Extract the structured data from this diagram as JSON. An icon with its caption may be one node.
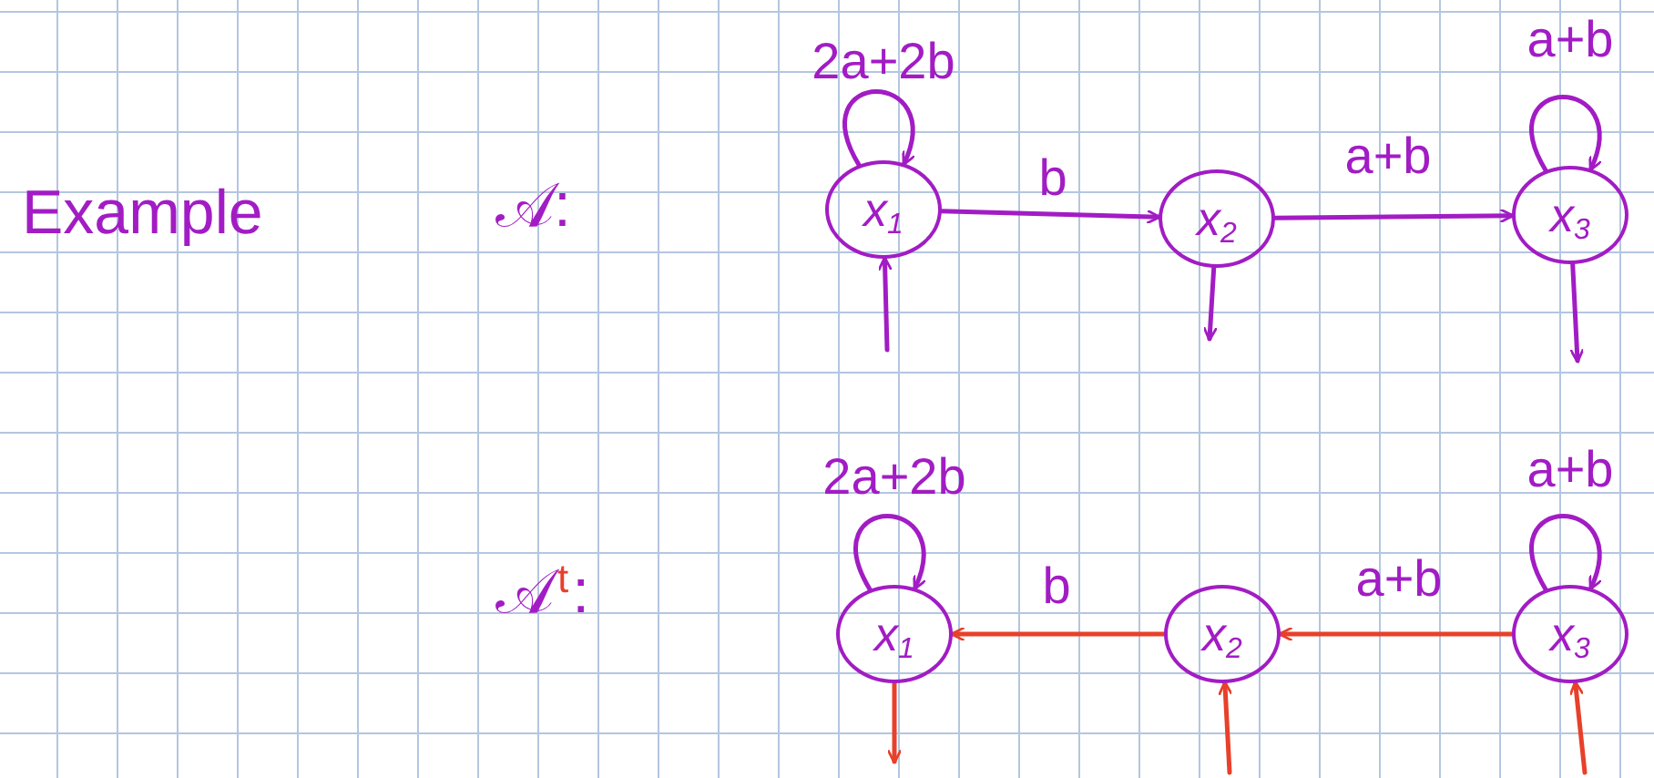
{
  "diagram": {
    "nodes": [
      {
        "text": [
          "x$_{1}$"
        ]
      },
      {
        "text": [
          "x$_{2}$"
        ]
      },
      {
        "text": [
          "x$_{3}$"
        ]
      },
      {
        "text": [
          "x$_{1}$"
        ]
      },
      {
        "text": [
          "x$_{2}$"
        ]
      },
      {
        "text": [
          "x$_{3}$"
        ]
      }
    ],
    "edges": [
      {
        "from": 0,
        "to": 0,
        "arrow": "to",
        "label": "2a+2b"
      },
      {
        "from": null,
        "to": 0,
        "arrow": "to"
      },
      {
        "from": 0,
        "to": 1,
        "arrow": "to",
        "label": "b"
      },
      {
        "from": 1,
        "to": null,
        "arrow": "to"
      },
      {
        "from": 1,
        "to": 2,
        "arrow": "to",
        "label": "a+b"
      },
      {
        "from": 2,
        "to": 2,
        "arrow": "to",
        "label": "a+b"
      },
      {
        "from": 2,
        "to": null,
        "arrow": "to"
      },
      {
        "from": 3,
        "to": 3,
        "arrow": "to",
        "label": "2a+2b"
      },
      {
        "from": 3,
        "to": null,
        "arrow": "to",
        "color": "#e8402a"
      },
      {
        "from": 4,
        "to": 3,
        "arrow": "to",
        "label": "b",
        "color": "#e8402a"
      },
      {
        "from": null,
        "to": 4,
        "arrow": "to",
        "color": "#e8402a"
      },
      {
        "from": 5,
        "to": 4,
        "arrow": "to",
        "label": "a+b",
        "color": "#e8402a"
      },
      {
        "from": null,
        "to": 5,
        "arrow": "to",
        "color": "#e8402a"
      },
      {
        "from": 5,
        "to": 5,
        "arrow": "to",
        "label": "a+b"
      }
    ],
    "labels": [
      "Example",
      "𝒜:",
      "𝒜$^{t}$:"
    ]
  }
}
